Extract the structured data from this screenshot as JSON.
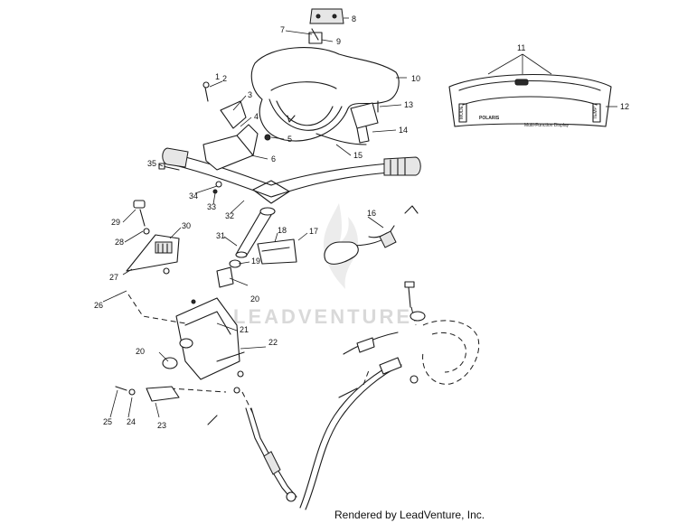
{
  "callouts": [
    "1",
    "2",
    "3",
    "4",
    "5",
    "6",
    "7",
    "8",
    "9",
    "10",
    "11",
    "12",
    "13",
    "14",
    "15",
    "16",
    "17",
    "18",
    "19",
    "20",
    "20",
    "21",
    "22",
    "23",
    "24",
    "25",
    "26",
    "27",
    "28",
    "29",
    "30",
    "31",
    "32",
    "33",
    "34",
    "35"
  ],
  "watermark": "LEADVENTURE",
  "display_panel": {
    "left_label": "MODE",
    "right_label": "TEMP",
    "brand": "POLARIS",
    "caption": "Multi-Function Display"
  },
  "credit": "Rendered by LeadVenture, Inc."
}
